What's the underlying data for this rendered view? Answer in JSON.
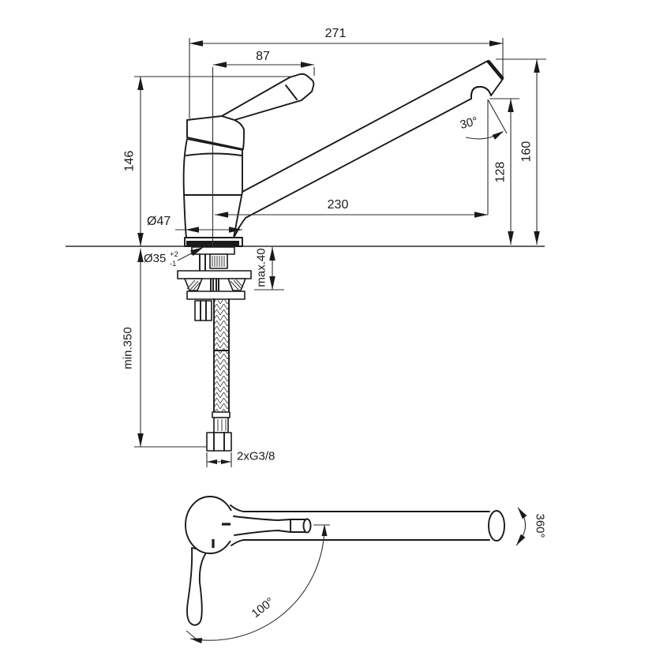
{
  "drawing": {
    "kind": "faucet technical dimension drawing",
    "views": [
      "side view with mounting hardware",
      "top view with rotation angles"
    ]
  },
  "dimensions": {
    "overall_width": "271",
    "handle_length": "87",
    "body_height": "146",
    "spout_height": "160",
    "outlet_height": "128",
    "spout_reach": "230",
    "body_diameter": "Ø47",
    "hole_diameter": "Ø35",
    "hole_tol_plus": "+2",
    "hole_tol_minus": "-1",
    "deck_thickness": "max.40",
    "hose_length": "min.350",
    "connection_thread": "2xG3/8",
    "spout_angle": "30°",
    "handle_swing": "100°",
    "spout_rotation": "360°"
  },
  "colors": {
    "line": "#1a1a1a",
    "background": "#ffffff"
  }
}
